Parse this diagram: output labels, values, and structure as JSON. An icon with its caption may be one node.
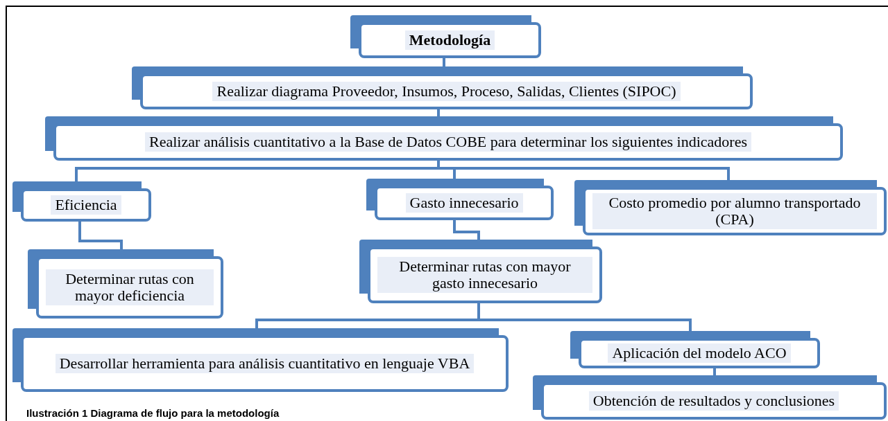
{
  "diagram": {
    "caption": "Ilustración 1 Diagrama de flujo para la metodología",
    "nodes": [
      {
        "text": [
          "Metodología"
        ]
      },
      {
        "text": [
          "Realizar diagrama Proveedor, Insumos, Proceso, Salidas, Clientes (SIPOC)"
        ]
      },
      {
        "text": [
          "Realizar análisis cuantitativo a la Base de Datos COBE para determinar los siguientes indicadores"
        ]
      },
      {
        "text": [
          "Eficiencia"
        ]
      },
      {
        "text": [
          "Gasto innecesario"
        ]
      },
      {
        "text": [
          "Costo promedio por alumno transportado (CPA)"
        ]
      },
      {
        "text": [
          "Determinar rutas con mayor deficiencia"
        ]
      },
      {
        "text": [
          "Determinar rutas con mayor gasto innecesario"
        ]
      },
      {
        "text": [
          "Desarrollar herramienta para análisis cuantitativo en lenguaje VBA"
        ]
      },
      {
        "text": [
          "Aplicación del modelo ACO"
        ]
      },
      {
        "text": [
          "Obtención de resultados y conclusiones"
        ]
      }
    ],
    "edges": [
      {
        "from": 0,
        "to": 1,
        "arrow": "none"
      },
      {
        "from": 1,
        "to": 2,
        "arrow": "none"
      },
      {
        "from": 2,
        "to": 3,
        "arrow": "none"
      },
      {
        "from": 2,
        "to": 4,
        "arrow": "none"
      },
      {
        "from": 2,
        "to": 5,
        "arrow": "none"
      },
      {
        "from": 3,
        "to": 6,
        "arrow": "none"
      },
      {
        "from": 4,
        "to": 7,
        "arrow": "none"
      },
      {
        "from": 7,
        "to": 8,
        "arrow": "none"
      },
      {
        "from": 7,
        "to": 9,
        "arrow": "none"
      },
      {
        "from": 9,
        "to": 10,
        "arrow": "none"
      }
    ]
  }
}
